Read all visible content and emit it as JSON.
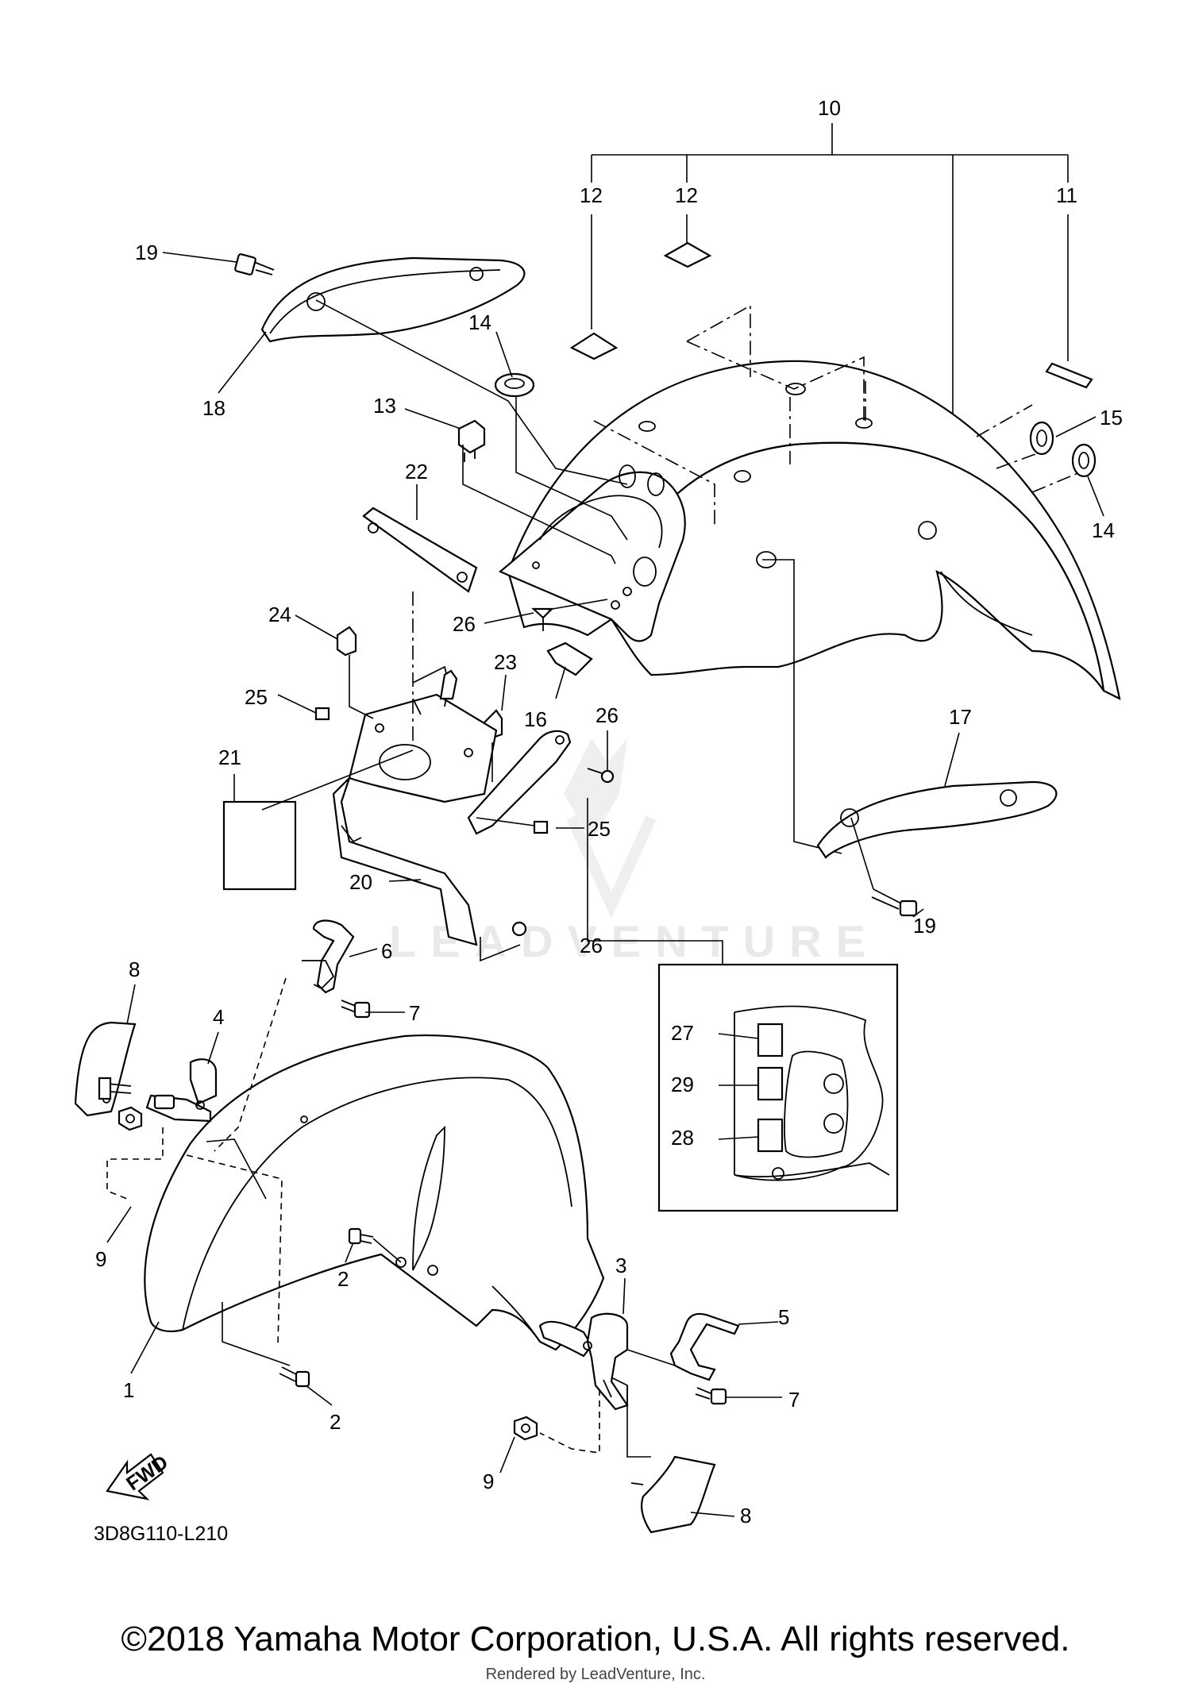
{
  "diagram": {
    "reference_code": "3D8G110-L210",
    "fwd_label": "FWD",
    "watermark_text": "LEADVENTURE",
    "callouts": {
      "n1": "1",
      "n2a": "2",
      "n2b": "2",
      "n3": "3",
      "n4": "4",
      "n5": "5",
      "n6": "6",
      "n7a": "7",
      "n7b": "7",
      "n8a": "8",
      "n8b": "8",
      "n9a": "9",
      "n9b": "9",
      "n10": "10",
      "n11": "11",
      "n12a": "12",
      "n12b": "12",
      "n13": "13",
      "n14a": "14",
      "n14b": "14",
      "n15": "15",
      "n16": "16",
      "n17": "17",
      "n18": "18",
      "n19a": "19",
      "n19b": "19",
      "n20": "20",
      "n21": "21",
      "n22": "22",
      "n23": "23",
      "n24": "24",
      "n25a": "25",
      "n25b": "25",
      "n26a": "26",
      "n26b": "26",
      "n26c": "26",
      "n27": "27",
      "n28": "28",
      "n29": "29"
    }
  },
  "footer": {
    "copyright": "©2018 Yamaha Motor Corporation, U.S.A. All rights reserved.",
    "rendered_by": "Rendered by LeadVenture, Inc."
  },
  "colors": {
    "line": "#000000",
    "background": "#ffffff",
    "watermark": "#e9e9e9"
  }
}
